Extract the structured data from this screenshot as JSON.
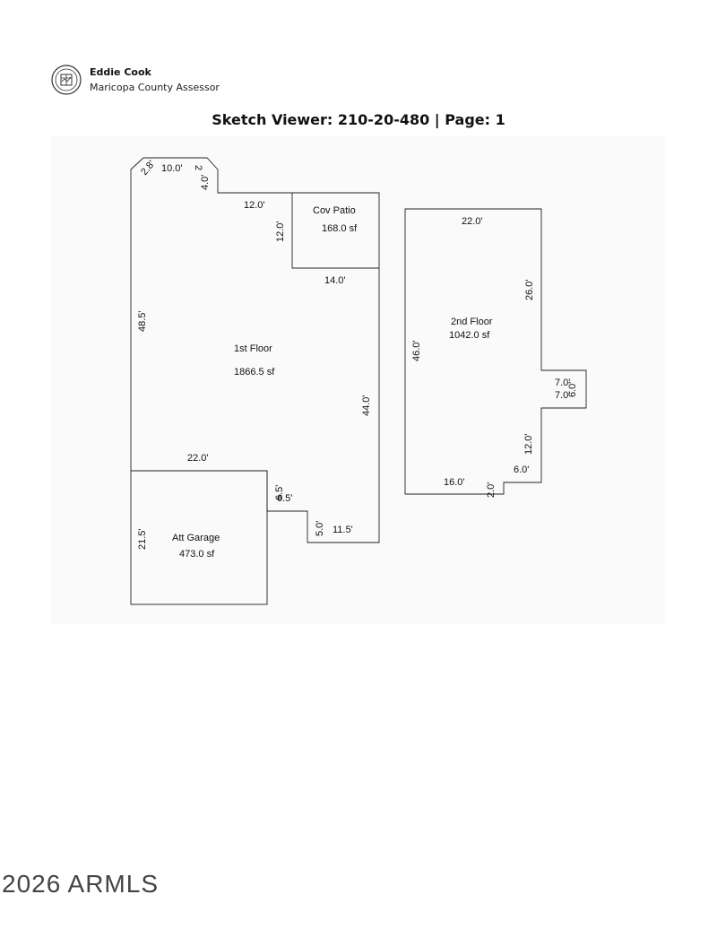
{
  "header": {
    "seal_icon": "maricopa-county-seal-icon",
    "name": "Eddie Cook",
    "organization": "Maricopa County Assessor"
  },
  "title": "Sketch Viewer: 210-20-480 | Page: 1",
  "sketch": {
    "areas": {
      "first_floor": {
        "name": "1st Floor",
        "area": "1866.5 sf"
      },
      "cov_patio": {
        "name": "Cov Patio",
        "area": "168.0 sf"
      },
      "att_garage": {
        "name": "Att Garage",
        "area": "473.0 sf"
      },
      "second_floor": {
        "name": "2nd Floor",
        "area": "1042.0 sf"
      }
    },
    "dimensions": {
      "d_2_8": "2.8'",
      "d_10_0_top": "10.0'",
      "d_2_right": "2",
      "d_4_0": "4.0'",
      "d_12_0_patio_left": "12.0'",
      "d_12_0_patio_side": "12.0'",
      "d_14_0": "14.0'",
      "d_48_5": "48.5'",
      "d_44_0": "44.0'",
      "d_22_0_garage": "22.0'",
      "d_6_5_a": "6.5'",
      "d_6_5_b": "6.5'",
      "d_21_5": "21.5'",
      "d_5_0": "5.0'",
      "d_11_5": "11.5'",
      "d_22_0_second": "22.0'",
      "d_26_0": "26.0'",
      "d_46_0": "46.0'",
      "d_7_0_a": "7.0'",
      "d_7_0_b": "7.0'",
      "d_6_0_bump": "6.0'",
      "d_12_0_second": "12.0'",
      "d_6_0": "6.0'",
      "d_16_0": "16.0'",
      "d_2_0": "2.0'"
    }
  },
  "watermark": "2026 ARMLS"
}
